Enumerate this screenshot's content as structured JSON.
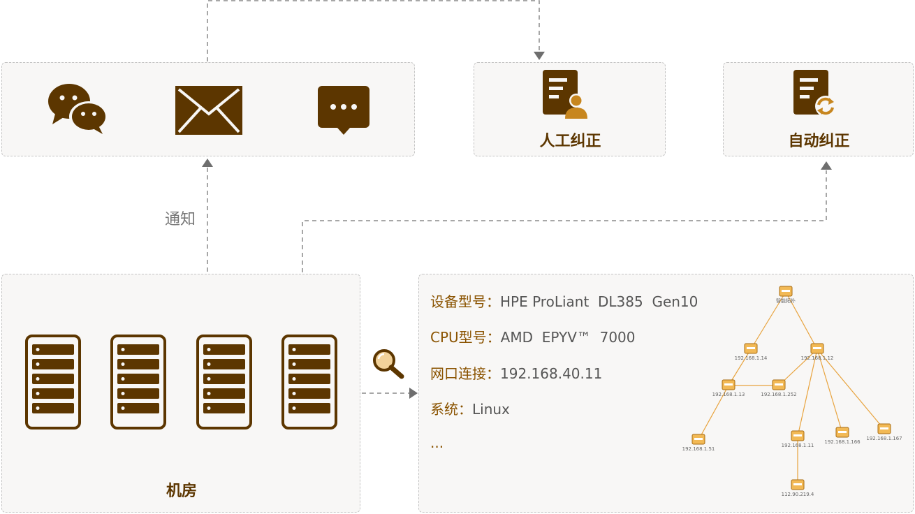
{
  "channels": {
    "icons": [
      "wechat-icon",
      "mail-icon",
      "sms-icon"
    ]
  },
  "manual_fix": {
    "label": "人工纠正",
    "icon": "manual-correction-icon"
  },
  "auto_fix": {
    "label": "自动纠正",
    "icon": "auto-correction-icon"
  },
  "notify_label": "通知",
  "server_room": {
    "label": "机房",
    "rack_icon": "server-rack-icon",
    "rack_count": 4
  },
  "scan_icon": "magnifier-icon",
  "device_info": {
    "rows": [
      {
        "key": "设备型号：",
        "value": "HPE ProLiant  DL385  Gen10"
      },
      {
        "key": "CPU型号：",
        "value": "AMD  EPYV™  7000"
      },
      {
        "key": "网口连接：",
        "value": "192.168.40.11"
      },
      {
        "key": "系统：",
        "value": "Linux"
      }
    ],
    "more": "..."
  },
  "topology": {
    "nodes": [
      {
        "id": "root",
        "label": "智能拓扑"
      },
      {
        "id": "n14",
        "label": "192.168.1.14"
      },
      {
        "id": "n12",
        "label": "192.168.1.12"
      },
      {
        "id": "n13",
        "label": "192.168.1.13"
      },
      {
        "id": "n252",
        "label": "192.168.1.252"
      },
      {
        "id": "n51",
        "label": "192.168.1.51"
      },
      {
        "id": "n11",
        "label": "192.168.1.11"
      },
      {
        "id": "n166",
        "label": "192.168.1.166"
      },
      {
        "id": "n167",
        "label": "192.168.1.167"
      },
      {
        "id": "n2194",
        "label": "112.90.219.4"
      }
    ],
    "edges": [
      [
        "root",
        "n14"
      ],
      [
        "root",
        "n12"
      ],
      [
        "n14",
        "n13"
      ],
      [
        "n13",
        "n252"
      ],
      [
        "n13",
        "n51"
      ],
      [
        "n12",
        "n252"
      ],
      [
        "n12",
        "n11"
      ],
      [
        "n12",
        "n166"
      ],
      [
        "n12",
        "n167"
      ],
      [
        "n11",
        "n2194"
      ]
    ]
  },
  "colors": {
    "brand_dark": "#5c3600",
    "accent": "#e8a33d",
    "box_bg": "#f8f7f6"
  }
}
